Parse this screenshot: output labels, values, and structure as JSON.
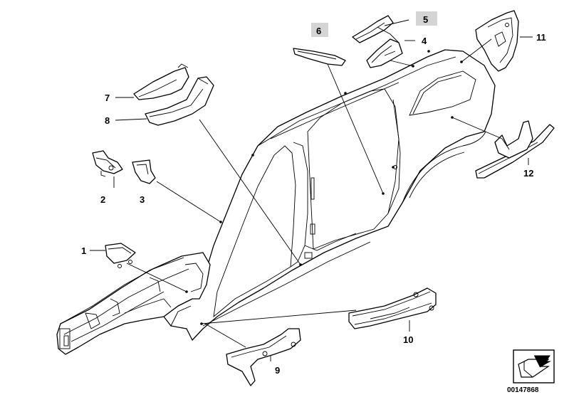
{
  "diagram": {
    "callouts": [
      {
        "id": "callout-1",
        "label": "1"
      },
      {
        "id": "callout-2",
        "label": "2"
      },
      {
        "id": "callout-3",
        "label": "3"
      },
      {
        "id": "callout-4",
        "label": "4"
      },
      {
        "id": "callout-5",
        "label": "5",
        "highlighted": true
      },
      {
        "id": "callout-6",
        "label": "6",
        "highlighted": true
      },
      {
        "id": "callout-7",
        "label": "7"
      },
      {
        "id": "callout-8",
        "label": "8"
      },
      {
        "id": "callout-9",
        "label": "9"
      },
      {
        "id": "callout-10",
        "label": "10"
      },
      {
        "id": "callout-11",
        "label": "11"
      },
      {
        "id": "callout-12",
        "label": "12"
      }
    ],
    "highlight_color": "#d4d4d4",
    "line_color": "#000000",
    "icon": "arrow-in-box-icon"
  },
  "footer": {
    "document_id": "00147868"
  }
}
